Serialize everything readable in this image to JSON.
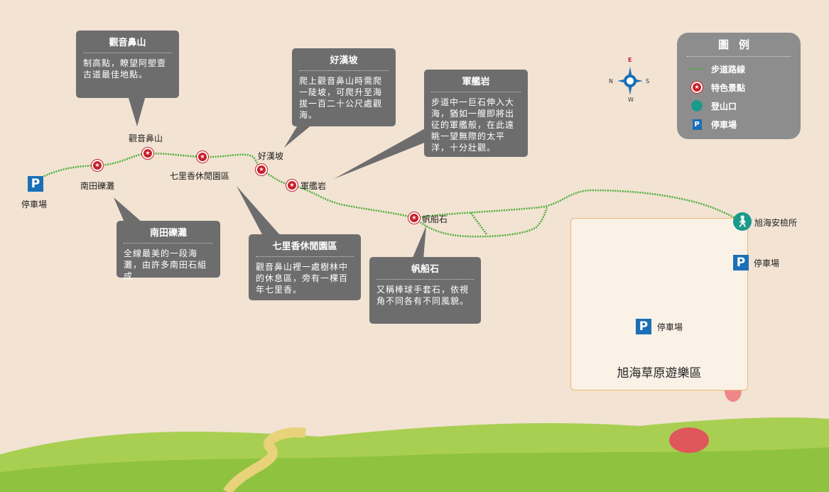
{
  "spots": [
    {
      "name": "觀音鼻山",
      "title": "觀音鼻山",
      "desc": "制高點，瞭望阿塱壹古道最佳地點。"
    },
    {
      "name": "好漢坡",
      "title": "好漢坡",
      "desc": "爬上觀音鼻山時需爬一陡坡，可爬升至海拔一百二十公尺處觀海。"
    },
    {
      "name": "軍艦岩",
      "title": "軍艦岩",
      "desc": "步道中一巨石伸入大海，猶如一艘即將出征的軍艦般，在此遠眺一望無際的太平洋，十分壯觀。"
    },
    {
      "name": "南田礫灘",
      "title": "南田礫灘",
      "desc": "全線最美的一段海灘，由許多南田石組成"
    },
    {
      "name": "七里香休閒園區",
      "title": "七里香休閒園區",
      "desc": "觀音鼻山裡一處樹林中的休息區，旁有一棵百年七里香。"
    },
    {
      "name": "帆船石",
      "title": "帆船石",
      "desc": "又稱棒球手套石，依視角不同各有不同風貌。"
    }
  ],
  "parking_label": "停車場",
  "parking_symbol": "P",
  "trailhead": "旭海安檢所",
  "park_area": "旭海草原遊樂區",
  "compass": {
    "n": "N",
    "e": "E",
    "s": "S",
    "w": "W"
  },
  "legend": {
    "title": "圖例",
    "items": [
      "步道路線",
      "特色景點",
      "登山口",
      "停車場"
    ]
  },
  "colors": {
    "trail": "#4caf3a",
    "spot": "#c8202c",
    "trailhead": "#1a9a8a",
    "parking": "#1a6fb6",
    "callout": "#6e6d6e"
  }
}
